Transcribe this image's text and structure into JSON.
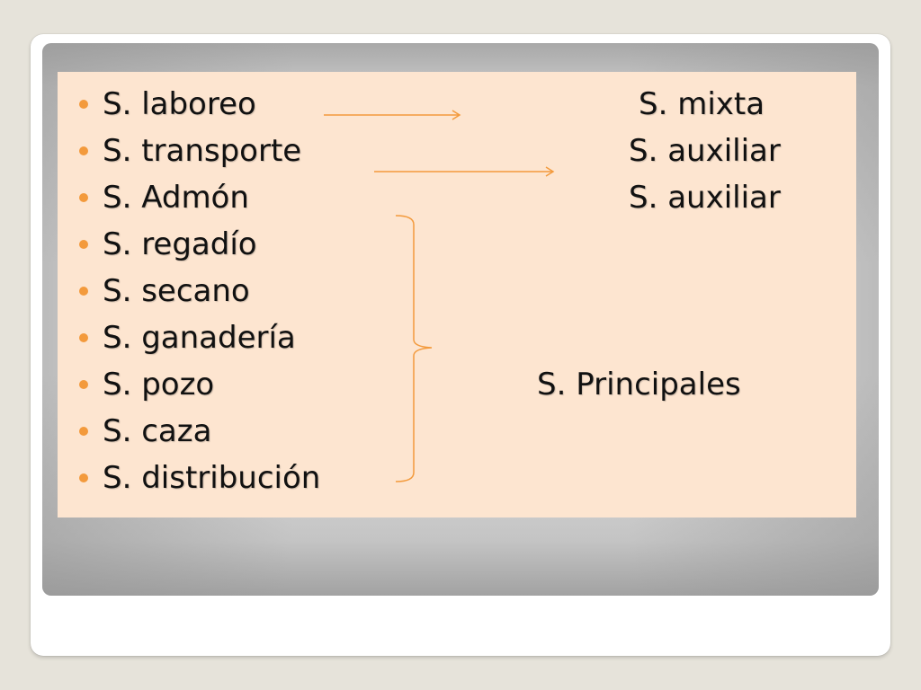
{
  "slide": {
    "items": [
      {
        "label": "S. laboreo"
      },
      {
        "label": "S. transporte"
      },
      {
        "label": "S. Admón"
      },
      {
        "label": "S. regadío"
      },
      {
        "label": "S. secano"
      },
      {
        "label": "S. ganadería"
      },
      {
        "label": "S. pozo"
      },
      {
        "label": "S. caza"
      },
      {
        "label": "S. distribución"
      }
    ],
    "right_labels": {
      "mixta": "S. mixta",
      "auxiliar_1": "S. auxiliar",
      "auxiliar_2": "S. auxiliar",
      "principales": "S. Principales"
    },
    "colors": {
      "accent": "#f39a3c",
      "content_bg": "#fde5d0"
    }
  }
}
